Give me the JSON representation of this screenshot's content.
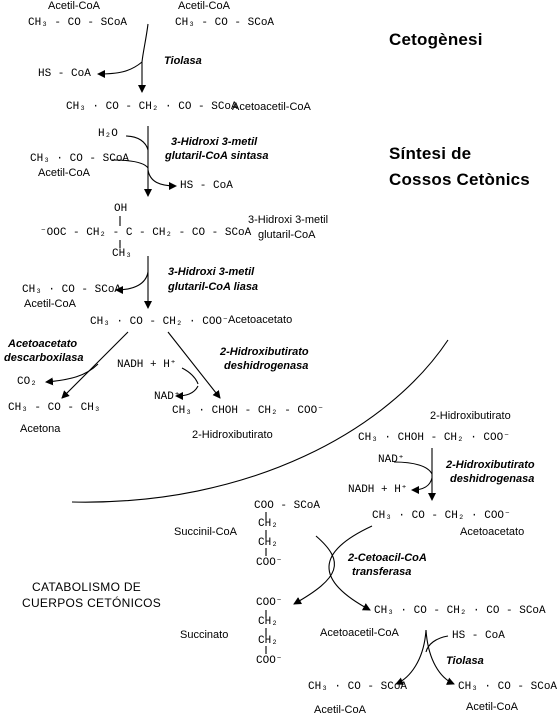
{
  "titles": {
    "ketogenesis": "Cetogènesi",
    "synthesis_line1": "Síntesi de",
    "synthesis_line2": "Cossos Cetònics",
    "catabolism_line1": "CATABOLISMO DE",
    "catabolism_line2": "CUERPOS CETÓNICOS"
  },
  "synthesis": {
    "acetylcoa_name_1": "Acetil-CoA",
    "acetylcoa_name_2": "Acetil-CoA",
    "acetylcoa_formula_1": "CH₃ - CO - SCoA",
    "acetylcoa_formula_2": "CH₃ - CO - SCoA",
    "hscoa_1": "HS - CoA",
    "enzyme_thiolase": "Tiolasa",
    "acetoacetylcoa_formula": "CH₃ · CO - CH₂ · CO - SCoA",
    "acetoacetylcoa_name": "Acetoacetil-CoA",
    "water": "H₂O",
    "acetylcoa_formula_3": "CH₃ · CO - SCoA",
    "acetylcoa_name_3": "Acetil-CoA",
    "enzyme_hmg_synthase_1": "3-Hidroxi 3-metil",
    "enzyme_hmg_synthase_2": "glutaril-CoA sintasa",
    "hscoa_2": "HS - CoA",
    "hmg_oh": "OH",
    "hmg_formula": "⁻OOC - CH₂ - C - CH₂ - CO - SCoA",
    "hmg_ch3": "CH₃",
    "hmg_name_1": "3-Hidroxi 3-metil",
    "hmg_name_2": "glutaril-CoA",
    "acetylcoa_formula_4": "CH₃ · CO - SCoA",
    "acetylcoa_name_4": "Acetil-CoA",
    "enzyme_hmg_lyase_1": "3-Hidroxi 3-metil",
    "enzyme_hmg_lyase_2": "glutaril-CoA liasa",
    "acetoacetate_formula": "CH₃ · CO - CH₂ · COO⁻",
    "acetoacetate_name": "Acetoacetato",
    "enzyme_decarboxylase_1": "Acetoacetato",
    "enzyme_decarboxylase_2": "descarboxilasa",
    "co2": "CO₂",
    "acetone_formula": "CH₃ - CO - CH₃",
    "acetone_name": "Acetona",
    "nadh": "NADH + H⁺",
    "nad": "NAD⁺",
    "enzyme_dehydrogenase_1": "2-Hidroxibutirato",
    "enzyme_dehydrogenase_2": "deshidrogenasa",
    "hydroxybutyrate_formula": "CH₃ · CHOH - CH₂ - COO⁻",
    "hydroxybutyrate_name": "2-Hidroxibutirato"
  },
  "catabolism": {
    "hydroxybutyrate_name": "2-Hidroxibutirato",
    "hydroxybutyrate_formula": "CH₃ · CHOH - CH₂ · COO⁻",
    "nad": "NAD⁺",
    "nadh": "NADH + H⁺",
    "enzyme_dehydrogenase_1": "2-Hidroxibutirato",
    "enzyme_dehydrogenase_2": "deshidrogenasa",
    "acetoacetate_formula": "CH₃ · CO - CH₂ · COO⁻",
    "acetoacetate_name": "Acetoacetato",
    "succinylcoa_name": "Succinil-CoA",
    "succ_line_1": "COO - SCoA",
    "succ_line_2": "CH₂",
    "succ_line_3": "CH₂",
    "succ_line_4": "COO⁻",
    "enzyme_transferase_1": "2-Cetoacil-CoA",
    "enzyme_transferase_2": "transferasa",
    "succinate_name": "Succinato",
    "succinate_line_1": "COO⁻",
    "succinate_line_2": "CH₂",
    "succinate_line_3": "CH₂",
    "succinate_line_4": "COO⁻",
    "acetoacetylcoa_formula": "CH₃ · CO - CH₂ · CO - SCoA",
    "acetoacetylcoa_name": "Acetoacetil-CoA",
    "hscoa": "HS - CoA",
    "enzyme_thiolase": "Tiolasa",
    "acetylcoa_formula_1": "CH₃ · CO - SCoA",
    "acetylcoa_formula_2": "CH₃ · CO - SCoA",
    "acetylcoa_name_1": "Acetil-CoA",
    "acetylcoa_name_2": "Acetil-CoA"
  }
}
